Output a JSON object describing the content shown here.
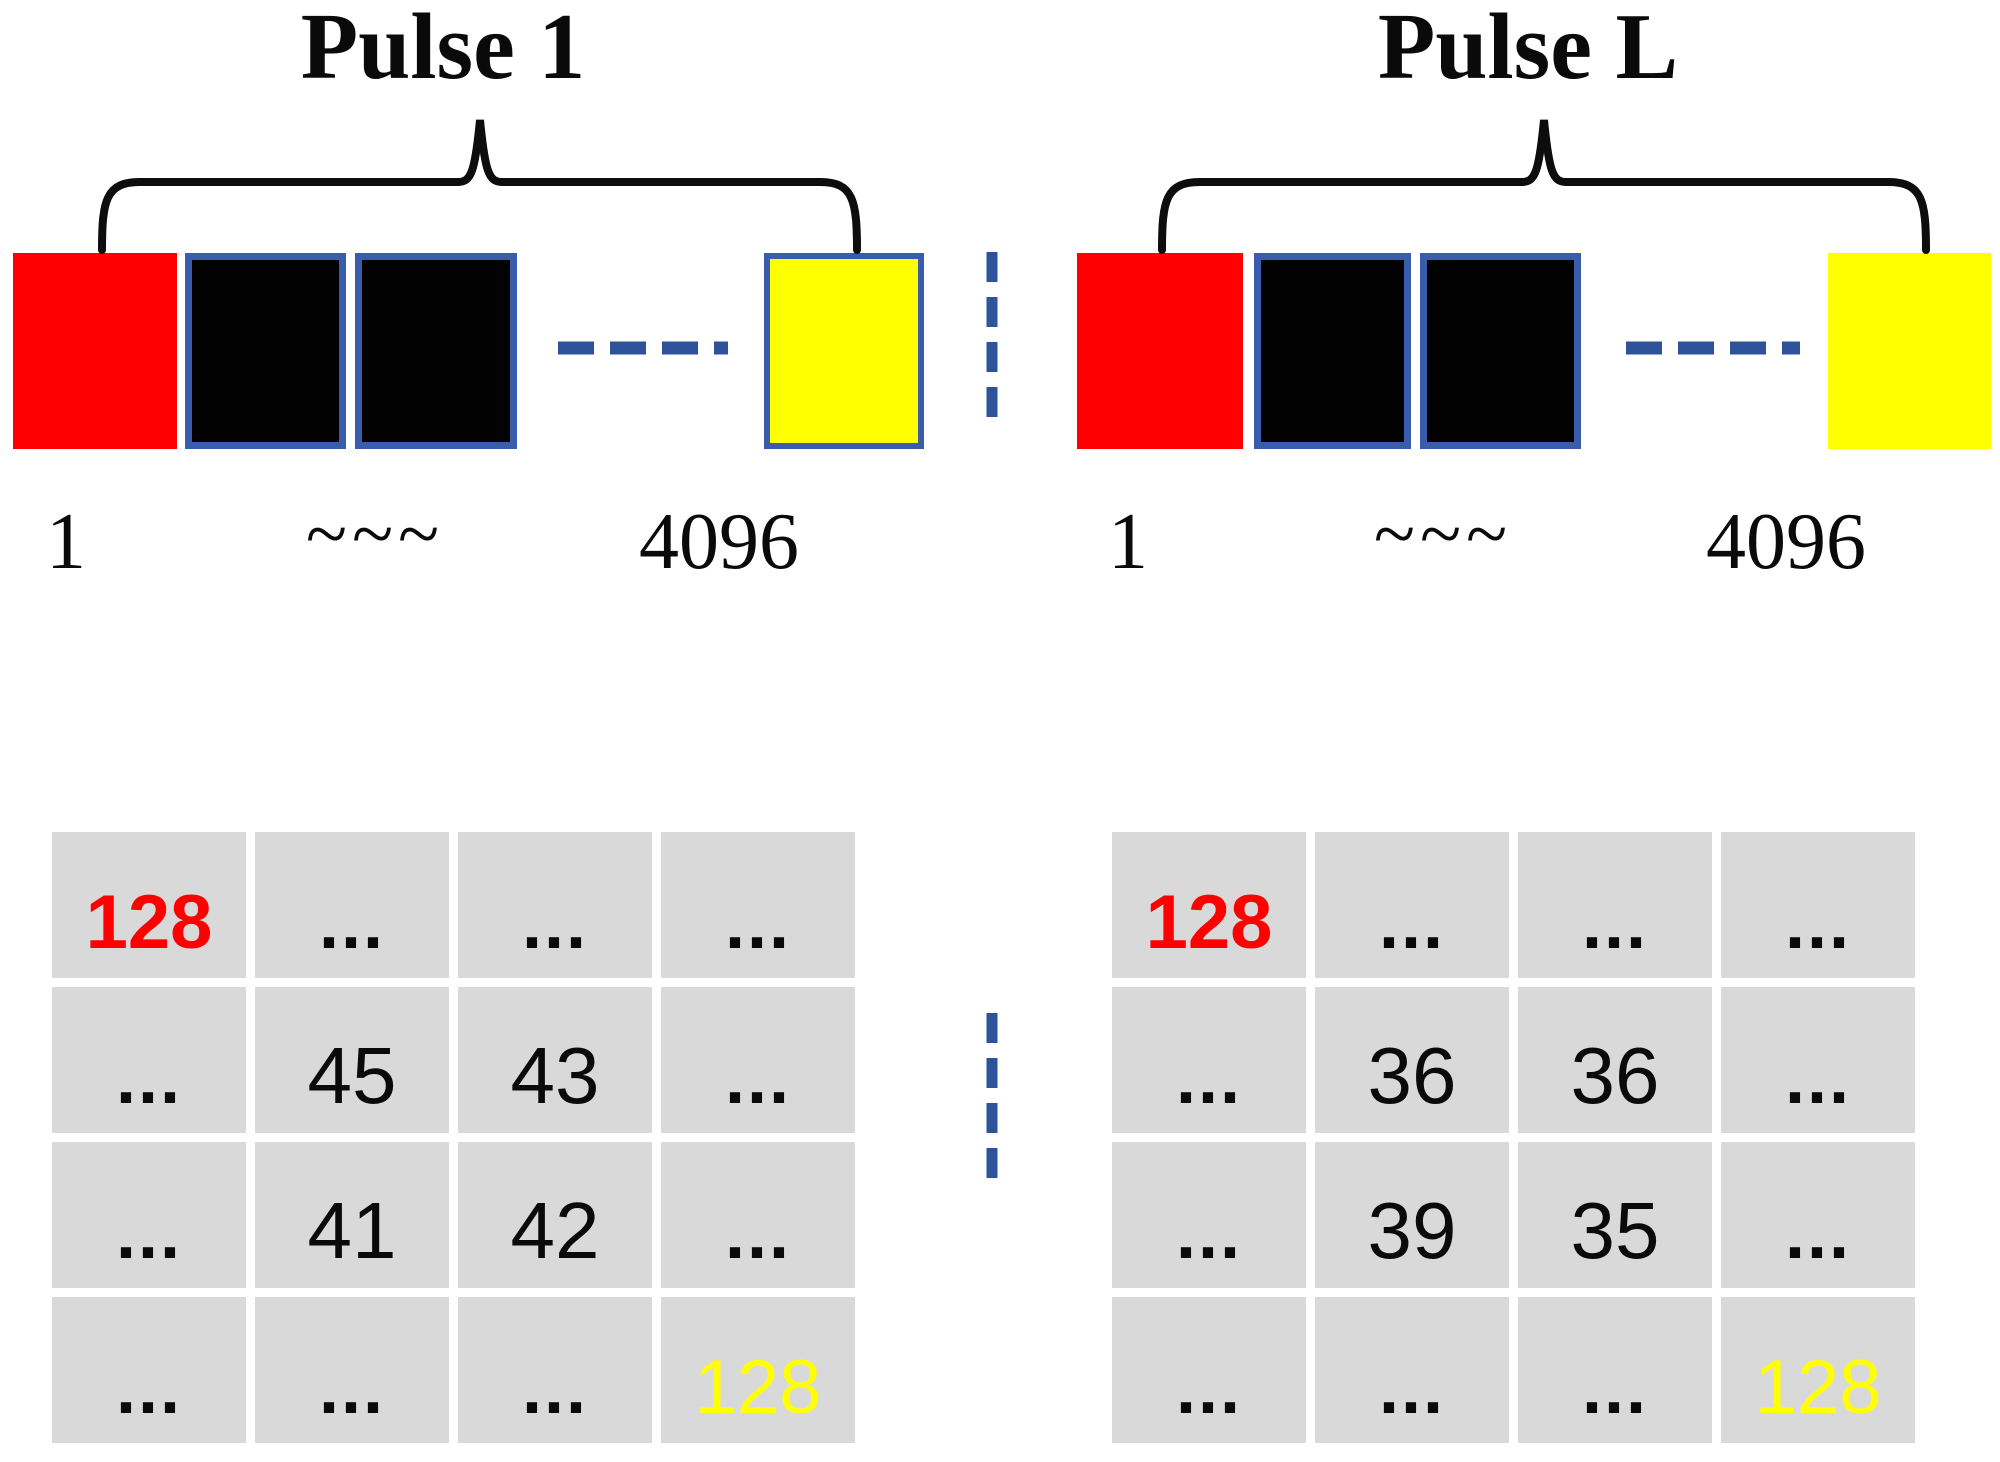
{
  "pulse_section": {
    "pulses": [
      {
        "title": "Pulse 1",
        "start_index": "1",
        "mid_ellipsis": "~~~",
        "end_index": "4096"
      },
      {
        "title": "Pulse L",
        "start_index": "1",
        "mid_ellipsis": "~~~",
        "end_index": "4096"
      }
    ],
    "squares_per_pulse": [
      "red-start-sample",
      "black-sample",
      "black-sample",
      "yellow-end-sample"
    ]
  },
  "tables": [
    {
      "rows": [
        [
          "128",
          "...",
          "...",
          "..."
        ],
        [
          "...",
          "45",
          "43",
          "..."
        ],
        [
          "...",
          "41",
          "42",
          "..."
        ],
        [
          "...",
          "...",
          "...",
          "128"
        ]
      ]
    },
    {
      "rows": [
        [
          "128",
          "...",
          "...",
          "..."
        ],
        [
          "...",
          "36",
          "36",
          "..."
        ],
        [
          "...",
          "39",
          "35",
          "..."
        ],
        [
          "...",
          "...",
          "...",
          "128"
        ]
      ]
    }
  ],
  "colors": {
    "red": "#FF0000",
    "yellow": "#FFFF00",
    "black": "#020202",
    "square_border_blue": "#3A5CAD",
    "dash_blue": "#2E539B",
    "cell_grey": "#D9D9D9",
    "highlight_red": "#FF0000",
    "highlight_yellow": "#FFFF00"
  }
}
